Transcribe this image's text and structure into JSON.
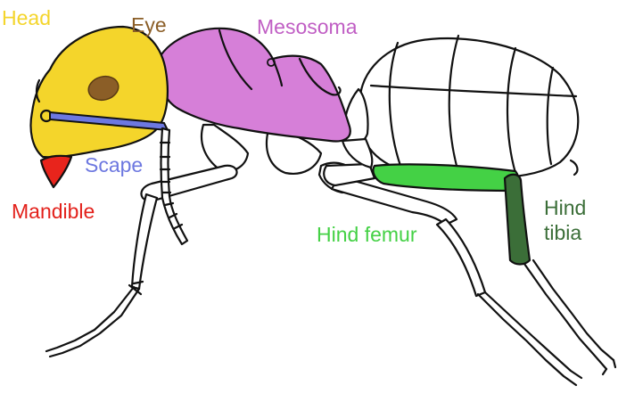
{
  "labels": {
    "head": "Head",
    "eye": "Eye",
    "mesosoma": "Mesosoma",
    "scape": "Scape",
    "mandible": "Mandible",
    "hind_femur": "Hind femur",
    "hind_tibia_line1": "Hind",
    "hind_tibia_line2": "tibia"
  },
  "colors": {
    "head": "#f4d52b",
    "eye": "#8b5e27",
    "mesosoma": "#d67fd8",
    "scape": "#6d78e0",
    "mandible": "#e8241c",
    "hind_femur": "#44d145",
    "hind_tibia": "#3b6e38",
    "head_label": "#f4d52b",
    "eye_label": "#8b5e27",
    "mesosoma_label": "#c05ec4",
    "scape_label": "#6d78e0",
    "mandible_label": "#e3211b",
    "hind_femur_label": "#44d145",
    "hind_tibia_label": "#3b6e38"
  }
}
